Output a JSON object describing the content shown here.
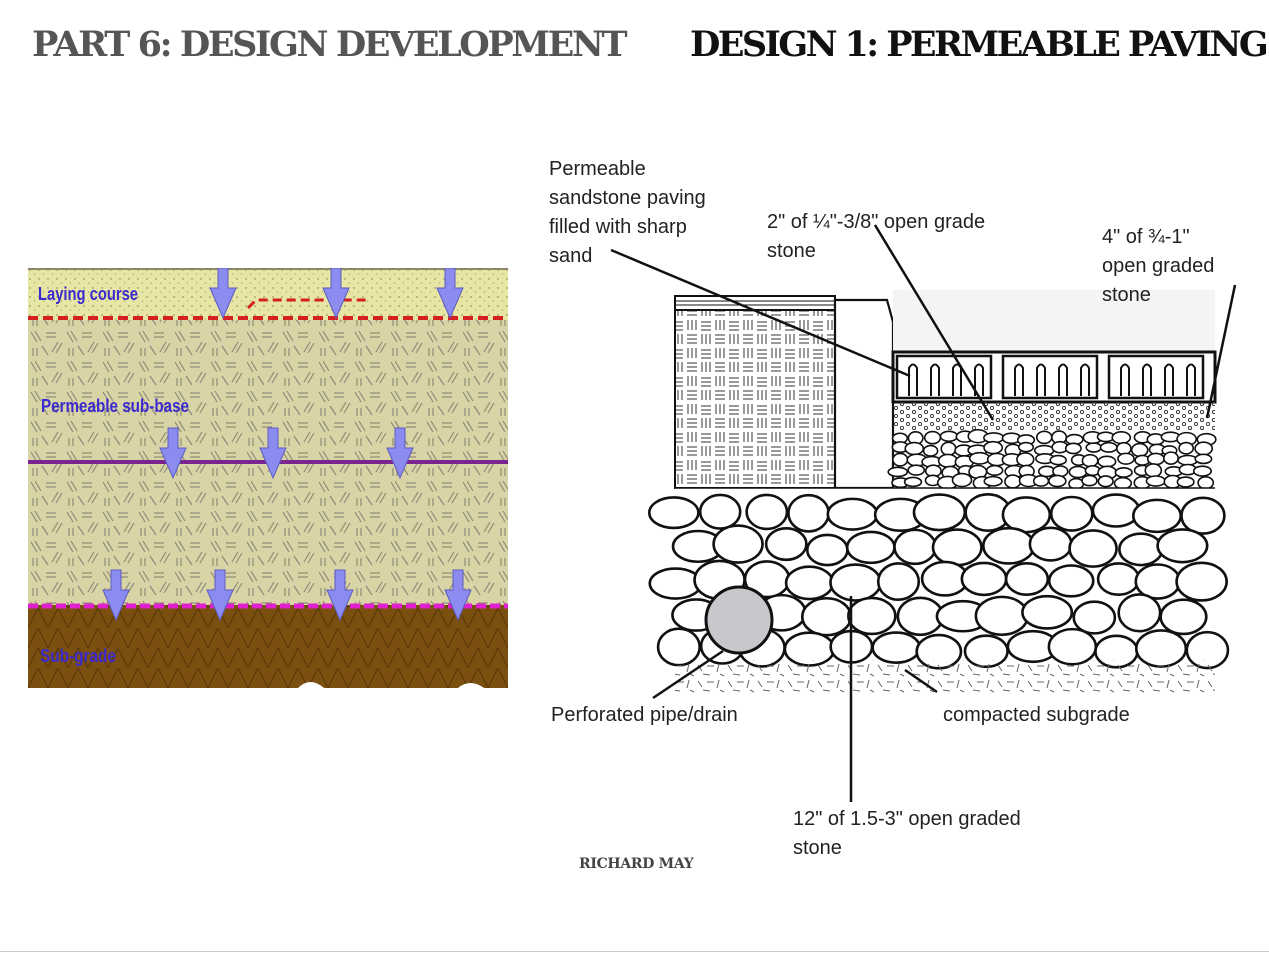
{
  "header": {
    "part_title": "PART 6: DESIGN DEVELOPMENT",
    "design_title": "DESIGN 1: PERMEABLE PAVING"
  },
  "left_diagram": {
    "labels": {
      "laying_course": "Laying course",
      "sub_base": "Permeable sub-base",
      "sub_grade": "Sub-grade"
    },
    "colors": {
      "laying_course": "#e8e6a4",
      "sub_base": "#d8d4a6",
      "sub_grade": "#7a4f10",
      "red_line": "#d42020",
      "purple_line": "#7a2490",
      "magenta_line": "#e020d0",
      "arrow": "#8c8cf0",
      "label_text": "#3a2ad0"
    }
  },
  "right_diagram": {
    "labels": {
      "permeable_paving": [
        "Permeable",
        "sandstone paving",
        "filled with sharp",
        "sand"
      ],
      "fine_stone": [
        "2\" of ¼\"-3/8\" open grade",
        "stone"
      ],
      "medium_stone": [
        "4\" of ¾-1\"",
        "open graded",
        "stone"
      ],
      "pipe": "Perforated pipe/drain",
      "subgrade": "compacted subgrade",
      "coarse_stone": [
        "12\" of 1.5-3\" open graded",
        "stone"
      ]
    },
    "colors": {
      "pipe_fill": "#c8c8cc",
      "outline": "#111111"
    }
  },
  "footer": {
    "author": "RICHARD MAY"
  }
}
